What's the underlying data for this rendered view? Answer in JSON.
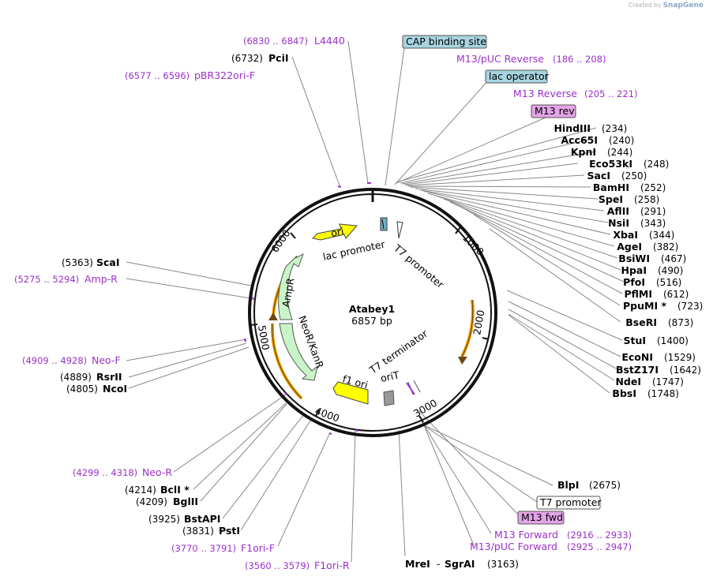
{
  "credit": {
    "prefix": "Created by",
    "brand": "SnapGene"
  },
  "plasmid": {
    "name": "Atabey1",
    "size": "6857 bp"
  },
  "ticks": [
    "1000",
    "2000",
    "3000",
    "4000",
    "5000",
    "6000"
  ],
  "features": {
    "ori": "ori",
    "lac_promoter": "lac promoter",
    "t7_promoter": "T7 promoter",
    "ampr": "AmpR",
    "neor": "NeoR/KanR",
    "t7_terminator": "T7 terminator",
    "f1_ori": "f1 ori",
    "orit": "oriT"
  },
  "boxes": {
    "cap": "CAP binding site",
    "lac_operator": "lac operator",
    "m13_rev": "M13 rev",
    "t7_promoter": "T7 promoter",
    "m13_fwd": "M13 fwd"
  },
  "primers_top": {
    "l4440": {
      "range": "(6830 .. 6847)",
      "name": "L4440"
    },
    "pbr322": {
      "range": "(6577 .. 6596)",
      "name": "pBR322ori-F"
    },
    "m13puc_rev": {
      "name": "M13/pUC Reverse",
      "range": "(186 .. 208)"
    },
    "m13_reverse": {
      "name": "M13 Reverse",
      "range": "(205 .. 221)"
    },
    "ampr": {
      "range": "(5275 .. 5294)",
      "name": "Amp-R"
    },
    "neof": {
      "range": "(4909 .. 4928)",
      "name": "Neo-F"
    },
    "neor": {
      "range": "(4299 .. 4318)",
      "name": "Neo-R"
    },
    "f1ori_f": {
      "range": "(3770 .. 3791)",
      "name": "F1ori-F"
    },
    "f1ori_r": {
      "range": "(3560 .. 3579)",
      "name": "F1ori-R"
    },
    "m13_forward": {
      "name": "M13 Forward",
      "range": "(2916 .. 2933)"
    },
    "m13puc_fwd": {
      "name": "M13/pUC Forward",
      "range": "(2925 .. 2947)"
    }
  },
  "enzymes_right": [
    {
      "name": "HindIII",
      "pos": "(234)"
    },
    {
      "name": "Acc65I",
      "pos": "(240)"
    },
    {
      "name": "KpnI",
      "pos": "(244)"
    },
    {
      "name": "Eco53kI",
      "pos": "(248)"
    },
    {
      "name": "SacI",
      "pos": "(250)"
    },
    {
      "name": "BamHI",
      "pos": "(252)"
    },
    {
      "name": "SpeI",
      "pos": "(258)"
    },
    {
      "name": "AflII",
      "pos": "(291)"
    },
    {
      "name": "NsiI",
      "pos": "(343)"
    },
    {
      "name": "XbaI",
      "pos": "(344)"
    },
    {
      "name": "AgeI",
      "pos": "(382)"
    },
    {
      "name": "BsiWI",
      "pos": "(467)"
    },
    {
      "name": "HpaI",
      "pos": "(490)"
    },
    {
      "name": "PfoI",
      "pos": "(516)"
    },
    {
      "name": "PflMI",
      "pos": "(612)"
    },
    {
      "name": "PpuMI *",
      "pos": "(723)"
    },
    {
      "name": "BseRI",
      "pos": "(873)"
    },
    {
      "name": "StuI",
      "pos": "(1400)"
    },
    {
      "name": "EcoNI",
      "pos": "(1529)"
    },
    {
      "name": "BstZ17I",
      "pos": "(1642)"
    },
    {
      "name": "NdeI",
      "pos": "(1747)"
    },
    {
      "name": "BbsI",
      "pos": "(1748)"
    }
  ],
  "enzymes_other": {
    "pcii": {
      "pos": "(6732)",
      "name": "PciI"
    },
    "scai": {
      "pos": "(5363)",
      "name": "ScaI"
    },
    "rsrii": {
      "pos": "(4889)",
      "name": "RsrII"
    },
    "ncoi": {
      "pos": "(4805)",
      "name": "NcoI"
    },
    "bcli": {
      "pos": "(4214)",
      "name": "BclI *"
    },
    "bglii": {
      "pos": "(4209)",
      "name": "BglII"
    },
    "bstapi": {
      "pos": "(3925)",
      "name": "BstAPI"
    },
    "psti": {
      "pos": "(3831)",
      "name": "PstI"
    },
    "blpi": {
      "name": "BlpI",
      "pos": "(2675)"
    },
    "mrei": {
      "name": "MreI",
      "dash": "-",
      "name2": "SgrAI",
      "pos": "(3163)"
    }
  }
}
